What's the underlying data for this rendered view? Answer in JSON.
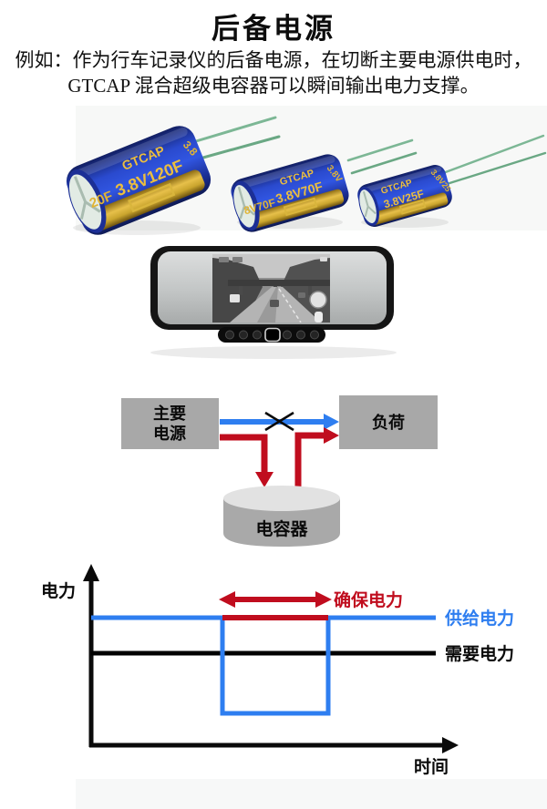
{
  "page": {
    "title": "后备电源",
    "description_line1": "例如：作为行车记录仪的后备电源，在切断主要电源供电时，",
    "description_line2": "GTCAP 混合超级电容器可以瞬间输出电力支撑。"
  },
  "capacitors": {
    "items": [
      {
        "brand": "GTCAP",
        "rating": "3.8V120F",
        "partial_left": "20F",
        "partial_right": "3.8"
      },
      {
        "brand": "GTCAP",
        "rating": "3.8V70F",
        "partial_left": "8V70F",
        "partial_right": "3.8V"
      },
      {
        "brand": "GTCAP",
        "rating": "3.8V25F",
        "partial_left": "",
        "partial_right": "3.8V25"
      }
    ],
    "body_color": "#2a4ace",
    "text_color": "#ecbe3e",
    "lead_color": "#7cb795"
  },
  "diagram": {
    "main_power_line1": "主要",
    "main_power_line2": "电源",
    "load_label": "负荷",
    "capacitor_label": "电容器",
    "colors": {
      "box_gray": "#a8a8a8",
      "normal_flow_blue": "#2e7ef0",
      "backup_flow_red": "#c00d1e"
    }
  },
  "chart_data": {
    "type": "line",
    "title": "",
    "xlabel": "时间",
    "ylabel": "电力",
    "x_unit": "relative",
    "y_unit": "relative",
    "xlim": [
      0,
      100
    ],
    "ylim": [
      0,
      100
    ],
    "grid": false,
    "legend_position": "right-of-line",
    "series": [
      {
        "name": "供给电力",
        "color": "#2e7ef0",
        "x": [
          0,
          38,
          38,
          69,
          69,
          100
        ],
        "y": [
          88,
          88,
          22,
          22,
          88,
          88
        ],
        "note": "supply power drops to low level during outage interval then recovers"
      },
      {
        "name": "需要电力",
        "color": "#000000",
        "x": [
          0,
          100
        ],
        "y": [
          64,
          64
        ],
        "note": "required power constant"
      },
      {
        "name": "确保电力",
        "color": "#c00d1e",
        "x": [
          38,
          69
        ],
        "y": [
          88,
          88
        ],
        "note": "power ensured by capacitor across the outage interval"
      }
    ],
    "annotations": [
      {
        "text": "确保电力",
        "color": "#c00d1e",
        "type": "double-headed-arrow",
        "span_x": [
          38,
          69
        ],
        "y": 97
      }
    ]
  }
}
